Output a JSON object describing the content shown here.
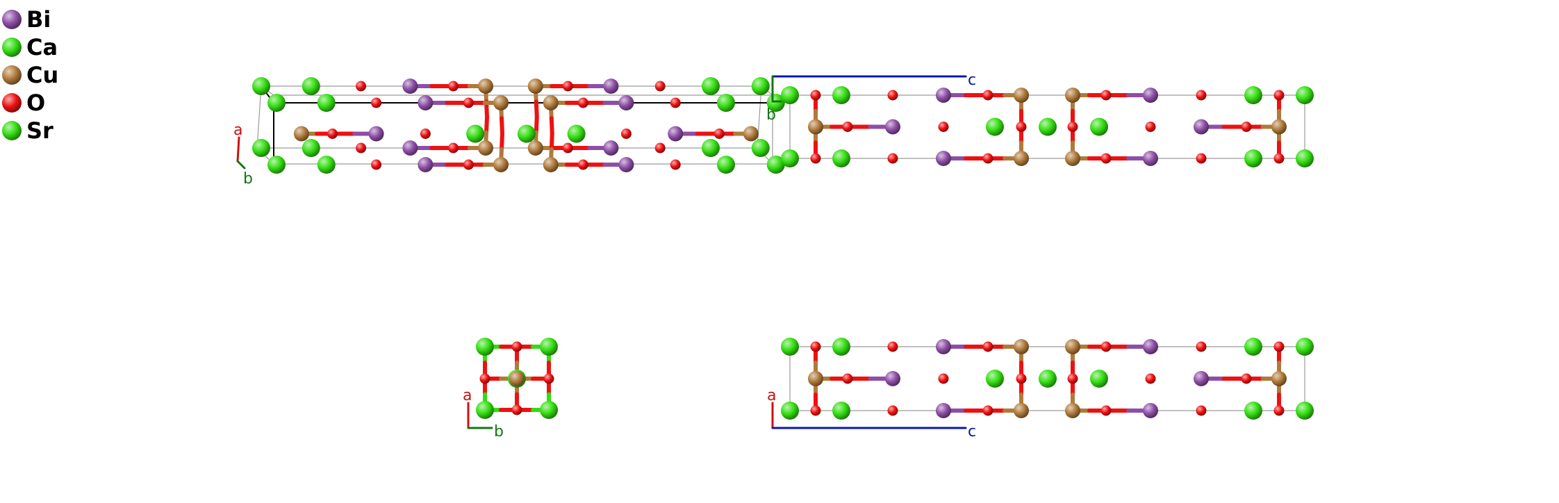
{
  "legend": [
    {
      "symbol": "Bi",
      "color": "#8e4ea6"
    },
    {
      "symbol": "Ca",
      "color": "#33dd11"
    },
    {
      "symbol": "Cu",
      "color": "#b07a3a"
    },
    {
      "symbol": "O",
      "color": "#ee1111"
    },
    {
      "symbol": "Sr",
      "color": "#33dd11"
    }
  ],
  "axes": {
    "a": {
      "label": "a",
      "color": "#d01010"
    },
    "b": {
      "label": "b",
      "color": "#107810"
    },
    "c": {
      "label": "c",
      "color": "#0b18a8"
    }
  },
  "views": [
    {
      "id": "perspective",
      "axes_shown": [
        "a",
        "b"
      ]
    },
    {
      "id": "along-a",
      "axes_shown": [
        "b",
        "c"
      ]
    },
    {
      "id": "along-c",
      "axes_shown": [
        "a",
        "b"
      ]
    },
    {
      "id": "along-b",
      "axes_shown": [
        "a",
        "c"
      ]
    }
  ]
}
